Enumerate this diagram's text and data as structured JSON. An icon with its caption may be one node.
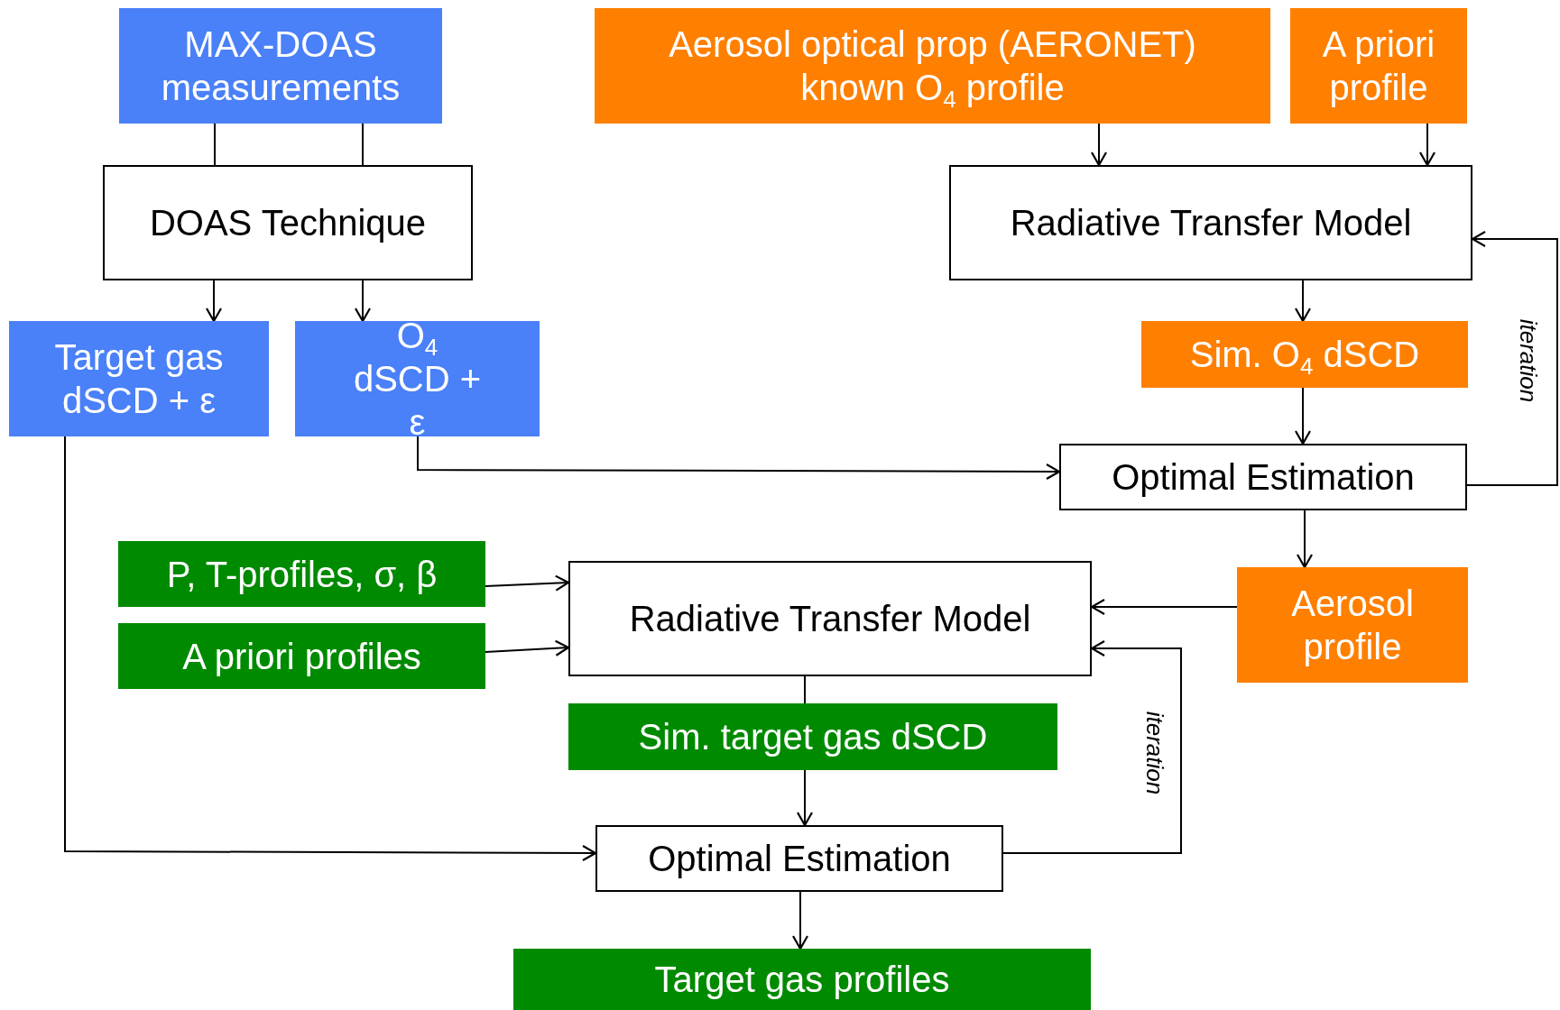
{
  "diagram": {
    "nodes": [
      {
        "text": [
          "MAX-DOAS measurements"
        ]
      },
      {
        "text": [
          "Aerosol optical prop (AERONET) known O$_{4}$ profile"
        ]
      },
      {
        "text": [
          "A priori profile"
        ]
      },
      {
        "text": [
          "DOAS Technique"
        ]
      },
      {
        "text": [
          "Radiative Transfer Model"
        ]
      },
      {
        "text": [
          "Target gas dSCD + ε"
        ]
      },
      {
        "text": [
          "O$_{4}$ dSCD + ε"
        ]
      },
      {
        "text": [
          "Sim. O$_{4}$ dSCD"
        ]
      },
      {
        "text": [
          "Optimal Estimation"
        ]
      },
      {
        "text": [
          "P, T-profiles, σ, β"
        ]
      },
      {
        "text": [
          "A priori profiles"
        ]
      },
      {
        "text": [
          "Radiative Transfer Model"
        ]
      },
      {
        "text": [
          "Aerosol profile"
        ]
      },
      {
        "text": [
          "Sim. target gas dSCD"
        ]
      },
      {
        "text": [
          "Optimal Estimation"
        ]
      },
      {
        "text": [
          "Target gas profiles"
        ]
      }
    ],
    "edges": [
      {
        "from": 0,
        "to": 3,
        "arrow": "none"
      },
      {
        "from": 0,
        "to": 3,
        "arrow": "none"
      },
      {
        "from": 3,
        "to": 5,
        "arrow": "to"
      },
      {
        "from": 3,
        "to": 6,
        "arrow": "to"
      },
      {
        "from": 1,
        "to": 4,
        "arrow": "to"
      },
      {
        "from": 2,
        "to": 4,
        "arrow": "to"
      },
      {
        "from": 4,
        "to": 7,
        "arrow": "to"
      },
      {
        "from": 7,
        "to": 8,
        "arrow": "to"
      },
      {
        "from": 6,
        "to": 8,
        "arrow": "to"
      },
      {
        "from": 8,
        "to": 4,
        "arrow": "to",
        "label": "iteration"
      },
      {
        "from": 8,
        "to": 12,
        "arrow": "to"
      },
      {
        "from": 12,
        "to": 11,
        "arrow": "to"
      },
      {
        "from": 9,
        "to": 11,
        "arrow": "to"
      },
      {
        "from": 10,
        "to": 11,
        "arrow": "to"
      },
      {
        "from": 11,
        "to": 13,
        "arrow": "none"
      },
      {
        "from": 13,
        "to": 14,
        "arrow": "to"
      },
      {
        "from": 5,
        "to": 14,
        "arrow": "to"
      },
      {
        "from": 14,
        "to": 11,
        "arrow": "to",
        "label": "iteration"
      },
      {
        "from": 14,
        "to": 15,
        "arrow": "to"
      }
    ]
  }
}
